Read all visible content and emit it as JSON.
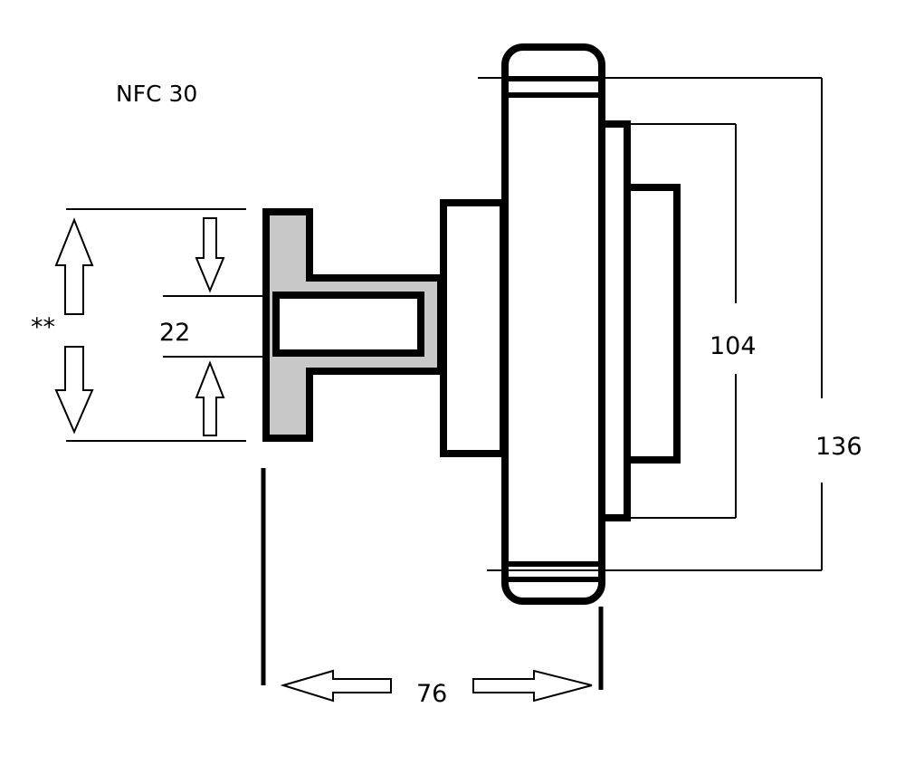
{
  "diagram": {
    "title": "NFC 30",
    "dimensions": {
      "hub_height": "**",
      "bore": "22",
      "inner_diameter": "104",
      "outer_diameter": "136",
      "overall_length": "76"
    }
  }
}
